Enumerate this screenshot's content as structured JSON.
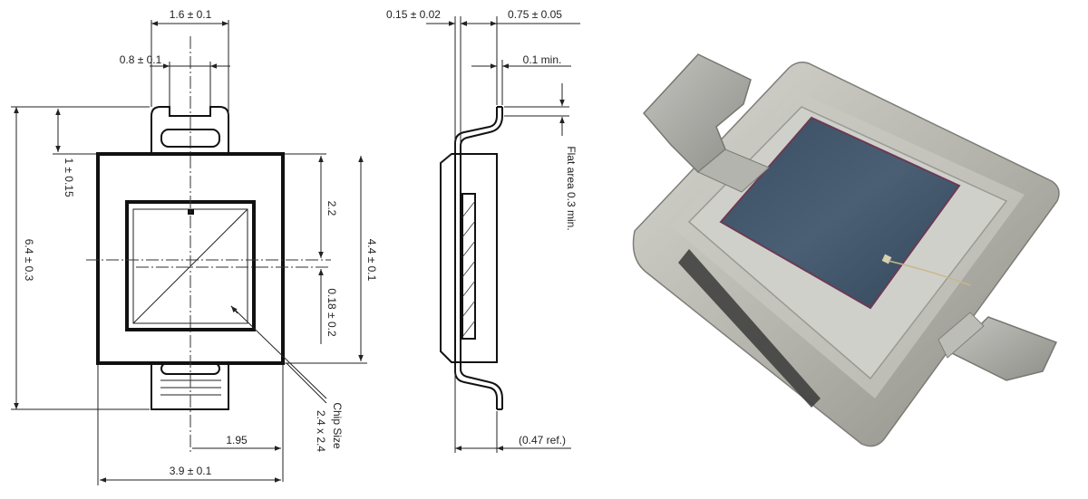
{
  "front_view": {
    "dims": {
      "lead_width": "1.6 ± 0.1",
      "lead_gap": "0.8 ± 0.1",
      "overall_length": "6.4 ± 0.3",
      "lead_offset": "1 ± 0.15",
      "chip_center": "2.2",
      "body_length": "4.4 ± 0.1",
      "chip_offset": "0.18 ± 0.2",
      "half_width": "1.95",
      "body_width": "3.9 ± 0.1",
      "chip_size_label": "Chip Size",
      "chip_size_value": "2.4 x 2.4"
    }
  },
  "side_view": {
    "dims": {
      "lead_thickness": "0.15 ± 0.02",
      "body_height": "0.75 ± 0.05",
      "lead_clearance": "0.1 min.",
      "flat_area": "Flat area 0.3 min.",
      "ref": "(0.47 ref.)"
    }
  },
  "photo": {
    "subject": "SMD photodiode package photo",
    "colors": {
      "housing": "#b9b9b2",
      "chip": "#3e5266",
      "lead": "#a8a8a3"
    }
  }
}
